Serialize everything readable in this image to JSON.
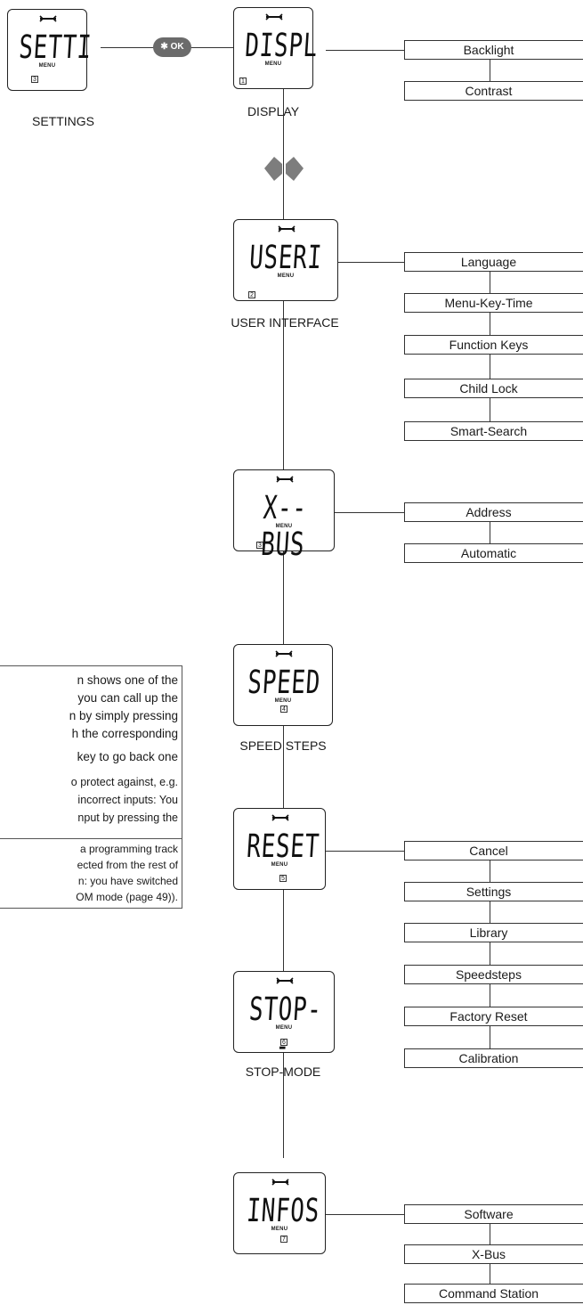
{
  "screens": [
    {
      "id": "settings",
      "display": "SETTI",
      "menu": "MENU",
      "number": "3",
      "caption": "SETTINGS"
    },
    {
      "id": "display",
      "display": "DISPL",
      "menu": "MENU",
      "number": "1",
      "caption": "DISPLAY"
    },
    {
      "id": "user-interface",
      "display": "USERI",
      "menu": "MENU",
      "number": "2",
      "caption": "USER INTERFACE"
    },
    {
      "id": "x-bus",
      "display": "X--BUS",
      "menu": "MENU",
      "number": "3",
      "caption": ""
    },
    {
      "id": "speed-steps",
      "display": "SPEED",
      "menu": "MENU",
      "number": "4",
      "caption": "SPEED STEPS"
    },
    {
      "id": "reset",
      "display": "RESET",
      "menu": "MENU",
      "number": "5",
      "caption": ""
    },
    {
      "id": "stop-mode",
      "display": "STOP--",
      "menu": "MENU",
      "number": "6",
      "caption": "STOP-MODE"
    },
    {
      "id": "infos",
      "display": "INFOS",
      "menu": "MENU",
      "number": "7",
      "caption": ""
    }
  ],
  "ok_button": {
    "label": "OK",
    "symbol": "✱"
  },
  "submenus": {
    "display": [
      "Backlight",
      "Contrast"
    ],
    "user_interface": [
      "Language",
      "Menu-Key-Time",
      "Function Keys",
      "Child Lock",
      "Smart-Search"
    ],
    "x_bus": [
      "Address",
      "Automatic"
    ],
    "reset": [
      "Cancel",
      "Settings",
      "Library",
      "Speedsteps",
      "Factory Reset",
      "Calibration"
    ],
    "infos": [
      "Software",
      "X-Bus",
      "Command Station"
    ]
  },
  "note_lines": [
    "n shows one of the",
    "you can call up the",
    "n by simply pressing",
    "h the corresponding",
    "",
    "key to go back one",
    "",
    "o protect against, e.g.",
    "incorrect inputs: You",
    "nput by pressing the",
    "",
    "a programming track",
    "ected from the rest of",
    "n: you have switched",
    "OM mode (page 49))."
  ],
  "colors": {
    "ok_button": "#6b6b6b",
    "nav_arrows": "#7d7d7d",
    "line": "#333333"
  }
}
